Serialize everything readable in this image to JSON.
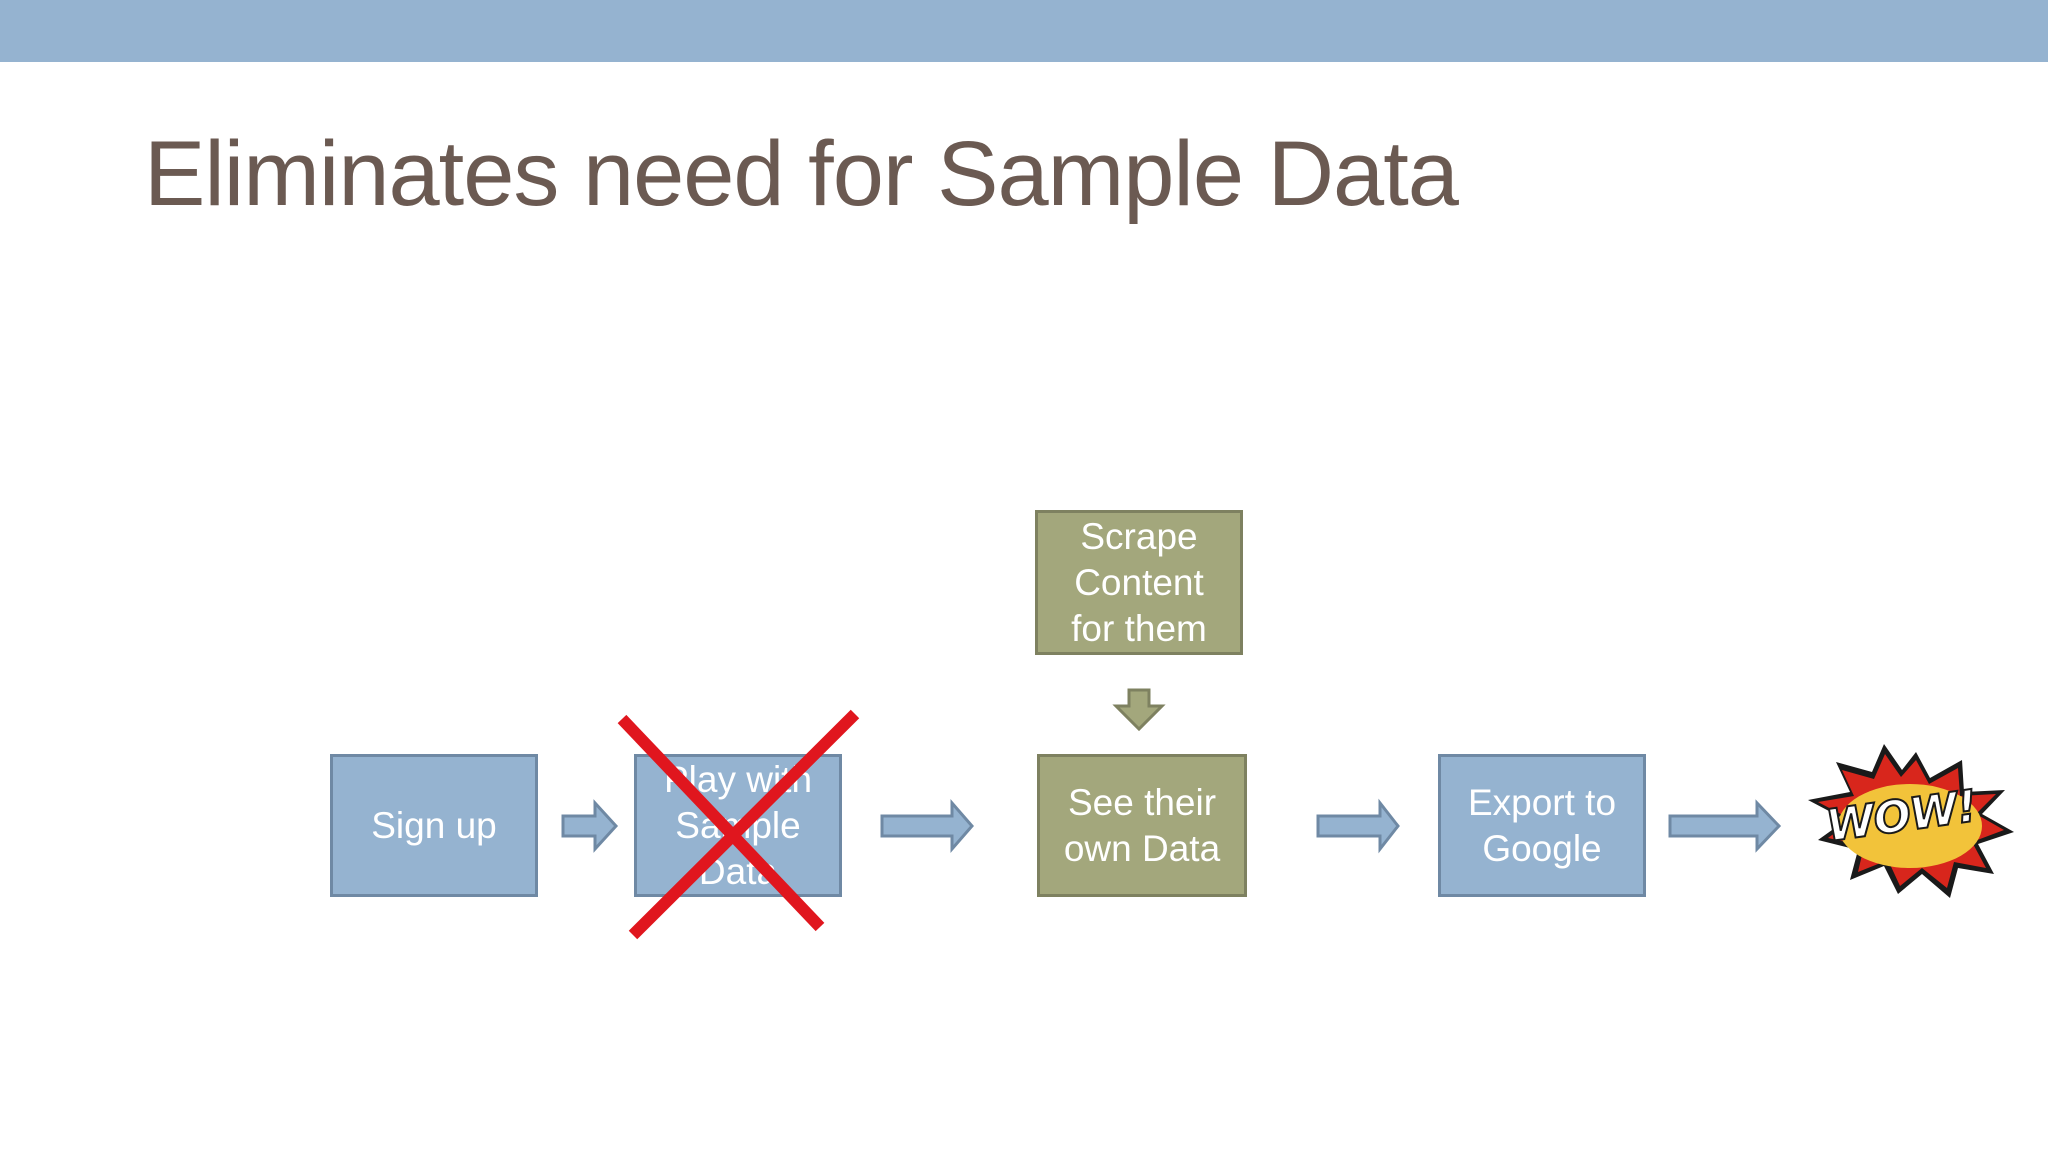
{
  "slide": {
    "title": "Eliminates need for Sample Data"
  },
  "flow": {
    "steps": [
      {
        "label": "Sign up",
        "status": "active"
      },
      {
        "label": "Play with\nSample\nData",
        "status": "removed"
      },
      {
        "label": "See their\nown Data",
        "status": "active"
      },
      {
        "label": "Export to\nGoogle",
        "status": "active"
      }
    ],
    "feeder": {
      "label": "Scrape\nContent\nfor them"
    },
    "result": {
      "label": "WOW!"
    }
  },
  "colors": {
    "header_bar": "#95B3D0",
    "title": "#6B5A52",
    "blue_box": "#95B3D0",
    "green_box": "#A3A77C",
    "cross": "#E0161E",
    "burst_outer": "#D8261C",
    "burst_inner": "#F2C33A"
  },
  "icons": {
    "removed_marker": "red-x-cross",
    "result_badge": "comic-burst"
  }
}
